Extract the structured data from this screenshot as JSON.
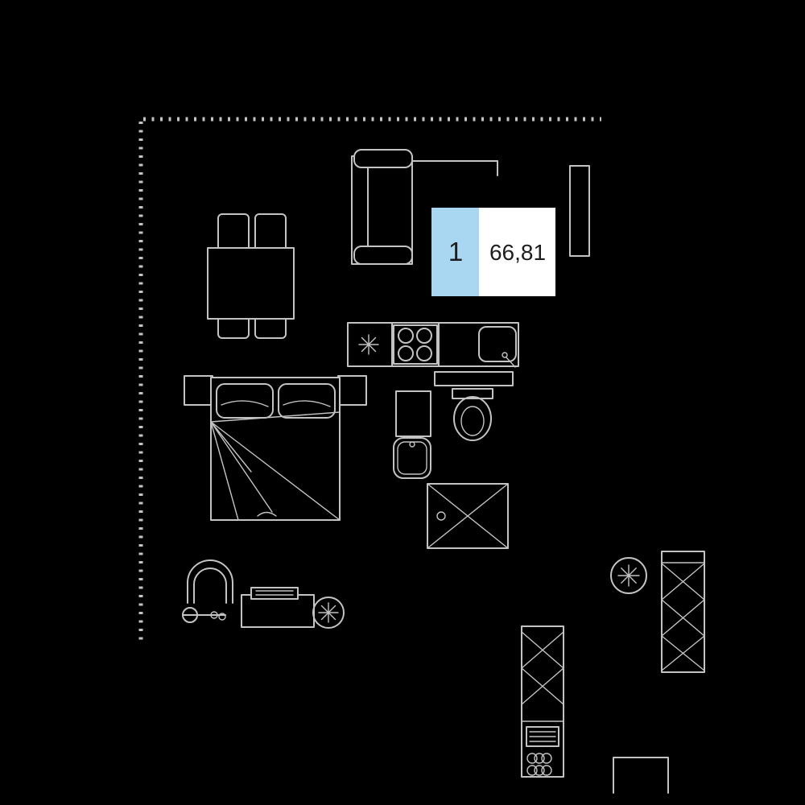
{
  "scene": {
    "background_color": "#000000",
    "line_color": "#c3c3c3",
    "accent_color": "#a9d6f0",
    "label_bg": "#ffffff",
    "label_text_color": "#1e1e1e"
  },
  "unit_label": {
    "rooms": "1",
    "area": "66,81"
  },
  "furniture": [
    "dotted-boundary",
    "sofa",
    "side-cabinet",
    "dining-table",
    "dining-chairs",
    "kitchen-counter",
    "extractor-vent-symbol",
    "cooktop",
    "kitchen-sink",
    "double-bed",
    "nightstands",
    "toilet",
    "washbasin-cabinet",
    "washbasin",
    "shower",
    "entry-arch",
    "door-handle",
    "bench",
    "fan-symbol-left",
    "fan-symbol-right",
    "wardrobe",
    "tall-cabinet",
    "drawer-unit",
    "coil-radiator",
    "balcony-outline"
  ]
}
